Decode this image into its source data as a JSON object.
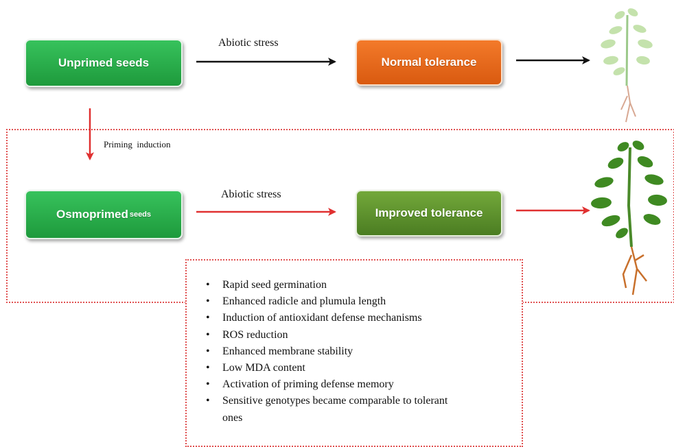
{
  "boxes": {
    "unprimed": "Unprimed seeds",
    "normal": "Normal tolerance",
    "osmoprimed_main": "Osmoprimed",
    "osmoprimed_small": "seeds",
    "improved": "Improved tolerance"
  },
  "arrow_labels": {
    "top_stress": "Abiotic stress",
    "priming": "Priming  induction",
    "bottom_stress": "Abiotic stress"
  },
  "benefits": [
    "Rapid seed germination",
    "Enhanced radicle and plumula length",
    "Induction of antioxidant defense mechanisms",
    "ROS reduction",
    "Enhanced membrane stability",
    "Low MDA content",
    "Activation of priming defense memory",
    "Sensitive genotypes became comparable to tolerant ones"
  ],
  "colors": {
    "green_box": "#2aae4a",
    "orange_box": "#e8691c",
    "olive_box": "#5f922e",
    "red_arrow": "#e03030",
    "dotted_border": "#e05050"
  }
}
